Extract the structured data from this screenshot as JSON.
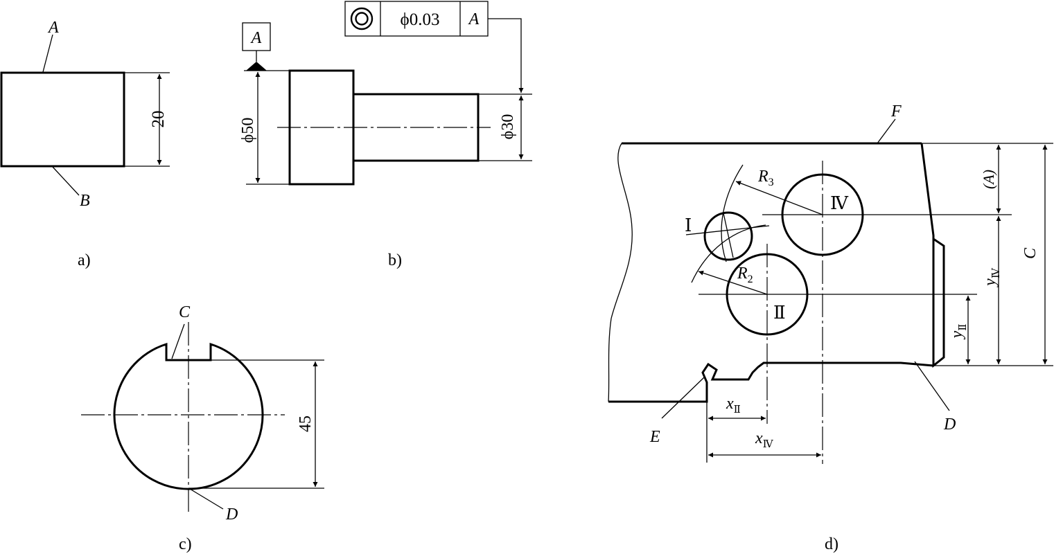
{
  "figure_a": {
    "caption": "a)",
    "labels": {
      "surface_top": "A",
      "surface_bottom": "B",
      "height_dim": "20"
    }
  },
  "figure_b": {
    "caption": "b)",
    "datum_label": "A",
    "frame": {
      "symbol_icon": "concentricity-icon",
      "tolerance": "ϕ0.03",
      "datum_ref": "A"
    },
    "labels": {
      "big_diameter": "ϕ50",
      "small_diameter": "ϕ30"
    }
  },
  "figure_c": {
    "caption": "c)",
    "labels": {
      "keyway": "C",
      "bottom_point": "D",
      "depth_dim": "45"
    }
  },
  "figure_d": {
    "caption": "d)",
    "labels": {
      "top_edge": "F",
      "bottom_edge": "D",
      "notch": "E",
      "overall": "C",
      "dim_a": "(A)",
      "radius_3": "R",
      "radius_3_sub": "3",
      "radius_2": "R",
      "radius_2_sub": "2",
      "hole_1": "Ⅰ",
      "hole_2": "Ⅱ",
      "hole_4": "Ⅳ",
      "x2": "x",
      "x2_sub": "Ⅱ",
      "x4": "x",
      "x4_sub": "Ⅳ",
      "y2": "y",
      "y2_sub": "Ⅱ",
      "y4": "y",
      "y4_sub": "Ⅳ"
    }
  },
  "colors": {
    "line": "#000000",
    "background": "#ffffff"
  }
}
